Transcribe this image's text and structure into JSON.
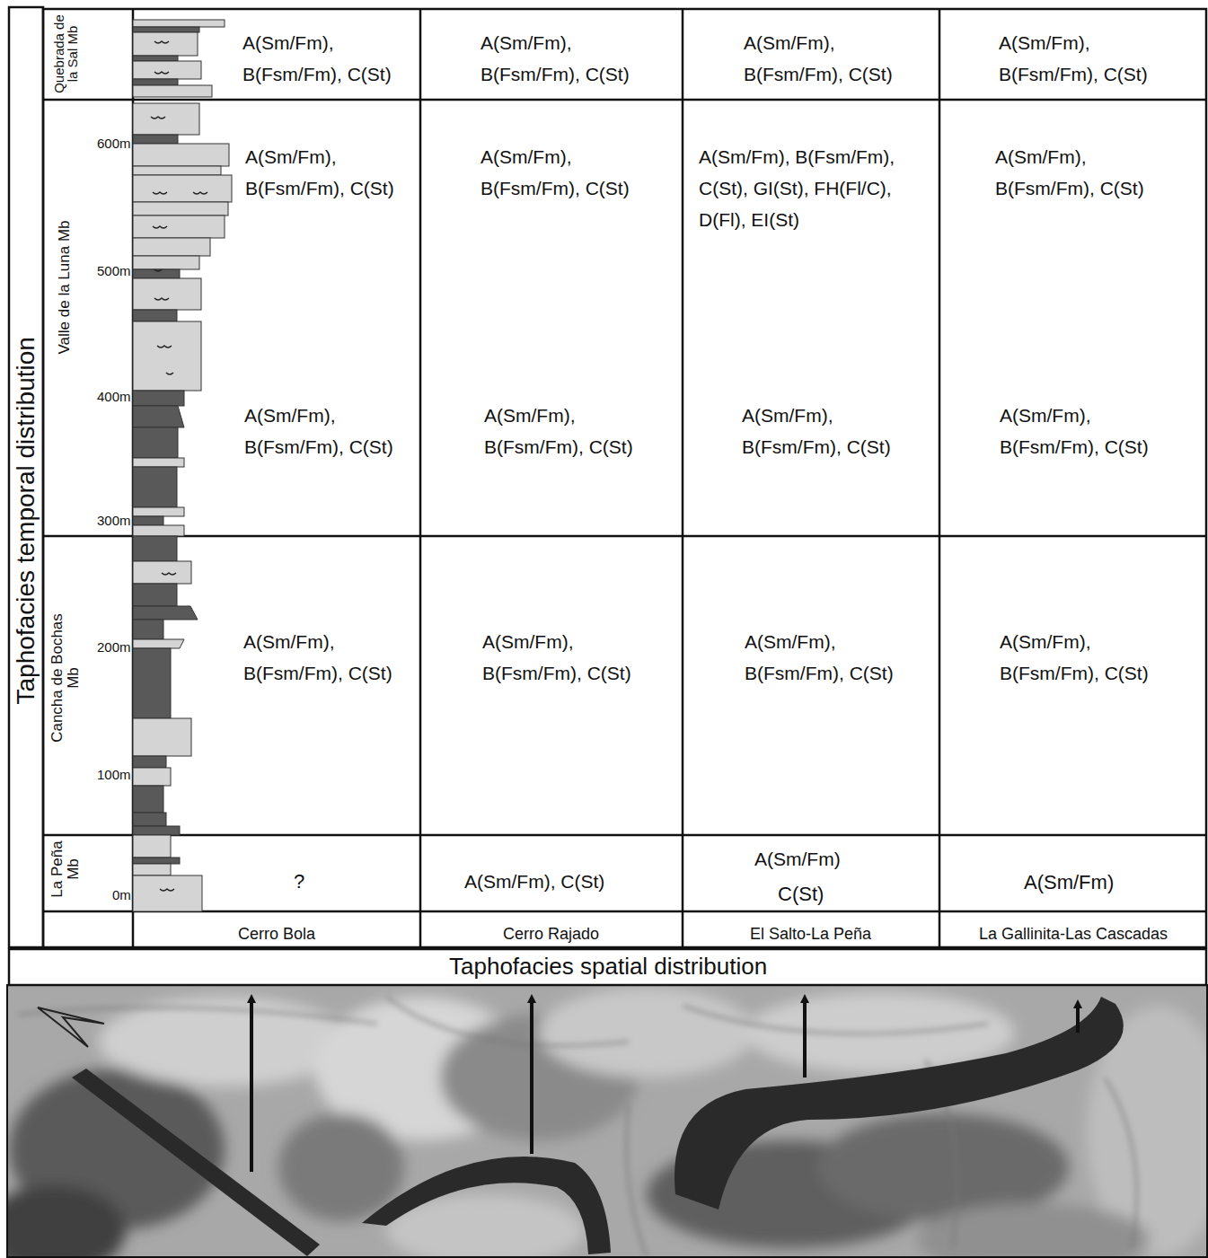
{
  "diagram": {
    "labels": [
      "Taphofacies temporal distribution",
      "Quebrada de la Sal Mb",
      "Valle de la Luna Mb",
      "Cancha de Bochas Mb",
      "La Peña Mb",
      "600m",
      "500m",
      "400m",
      "300m",
      "200m",
      "100m",
      "0m",
      "A(Sm/Fm), B(Fsm/Fm), C(St)",
      "A(Sm/Fm), B(Fsm/Fm), C(St)",
      "A(Sm/Fm), B(Fsm/Fm), C(St)",
      "A(Sm/Fm), B(Fsm/Fm), C(St)",
      "A(Sm/Fm), B(Fsm/Fm), C(St)",
      "A(Sm/Fm), B(Fsm/Fm), C(St)",
      "A(Sm/Fm), B(Fsm/Fm), C(St), GI(St), FH(Fl/C), D(Fl), EI(St)",
      "A(Sm/Fm), B(Fsm/Fm), C(St)",
      "A(Sm/Fm), B(Fsm/Fm), C(St)",
      "A(Sm/Fm), B(Fsm/Fm), C(St)",
      "A(Sm/Fm), B(Fsm/Fm), C(St)",
      "A(Sm/Fm), B(Fsm/Fm), C(St)",
      "A(Sm/Fm), B(Fsm/Fm), C(St)",
      "A(Sm/Fm), B(Fsm/Fm), C(St)",
      "A(Sm/Fm), B(Fsm/Fm), C(St)",
      "A(Sm/Fm), B(Fsm/Fm), C(St)",
      "?",
      "A(Sm/Fm), C(St)",
      "A(Sm/Fm)",
      "C(St)",
      "A(Sm/Fm)",
      "Cerro Bola",
      "Cerro Rajado",
      "El Salto-La Peña",
      "La Gallinita-Las Cascadas",
      "Taphofacies spatial distribution"
    ]
  }
}
